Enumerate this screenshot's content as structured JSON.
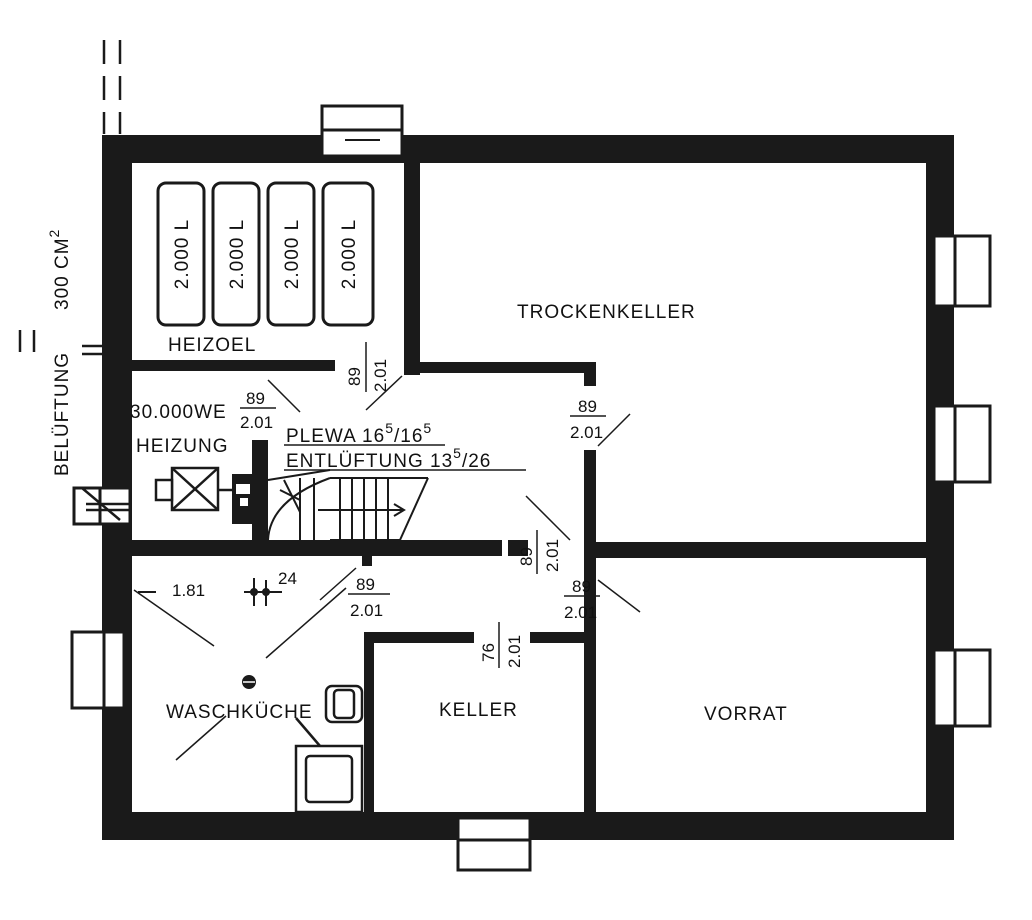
{
  "colors": {
    "wall": "#1a1a1a",
    "paper": "#ffffff",
    "ink": "#111111"
  },
  "rooms": {
    "trockenkeller": "TROCKENKELLER",
    "heizoel": "HEIZOEL",
    "heizung": "HEIZUNG",
    "waschkueche": "WASCHKÜCHE",
    "keller": "KELLER",
    "vorrat": "VORRAT"
  },
  "tanks": [
    "2.000 L",
    "2.000 L",
    "2.000 L",
    "2.000 L"
  ],
  "annotations": {
    "heating_power": "30.000WE",
    "plewa_text": "PLEWA 16",
    "plewa_sup1": "5",
    "plewa_mid": "/16",
    "plewa_sup2": "5",
    "entlueftung_text": "ENTLÜFTUNG 13",
    "entlueftung_sup": "5",
    "entlueftung_end": "/26",
    "belueftung": "BELÜFTUNG",
    "belueftung_size": "300 CM",
    "belueftung_sup": "2",
    "dim_181": "1.81",
    "dim_24": "24"
  },
  "door_dimensions": {
    "heizoel_door": {
      "width": "89",
      "height": "2.01"
    },
    "heizung_door": {
      "width": "89",
      "height": "2.01"
    },
    "trocken_door": {
      "width": "89",
      "height": "2.01"
    },
    "flur_door": {
      "width": "89",
      "height": "2.01"
    },
    "vorrat_door": {
      "width": "89",
      "height": "2.01"
    },
    "wasch_door": {
      "width": "89",
      "height": "2.01"
    },
    "keller_door": {
      "width": "76",
      "height": "2.01"
    }
  }
}
